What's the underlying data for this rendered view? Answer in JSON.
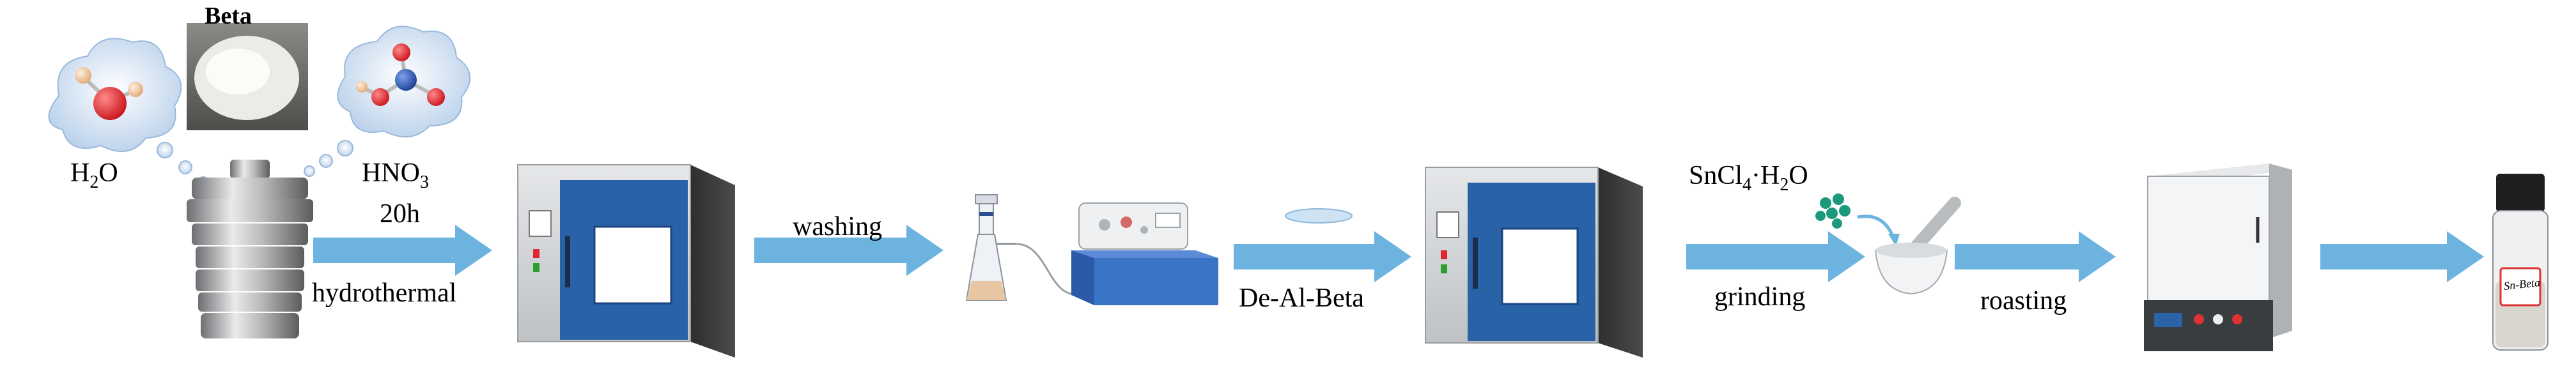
{
  "labels": {
    "beta": "Beta",
    "h2o_main": "H",
    "h2o_sub": "2",
    "h2o_tail": "O",
    "hno3_main": "HNO",
    "hno3_sub": "3",
    "time": "20h",
    "hydrothermal": "hydrothermal",
    "washing": "washing",
    "dealbeta": "De-Al-Beta",
    "sncl_main": "SnCl",
    "sncl_sub": "4",
    "sncl_tail": "·H",
    "sncl_sub2": "2",
    "sncl_tail2": "O",
    "grinding": "grinding",
    "roasting": "roasting",
    "vial_label": "Sn-Beta"
  },
  "colors": {
    "arrow": "#6cb4df",
    "oven_blue": "#2a62a8",
    "oven_grey": "#d4d6d8",
    "oven_dark": "#3a3a3a",
    "bath_blue": "#3a74c4",
    "oxygen": "#e0262e",
    "hydrogen": "#f3c39a",
    "nitrogen": "#2a55b0",
    "sncl_dots": "#1a9a7a",
    "cloud": "#cfe0f2"
  },
  "icons": [
    "autoclave-icon",
    "oven-icon",
    "filtration-flask-icon",
    "water-bath-pump-icon",
    "sample-disc-icon",
    "mortar-pestle-icon",
    "muffle-furnace-icon",
    "vial-icon"
  ]
}
